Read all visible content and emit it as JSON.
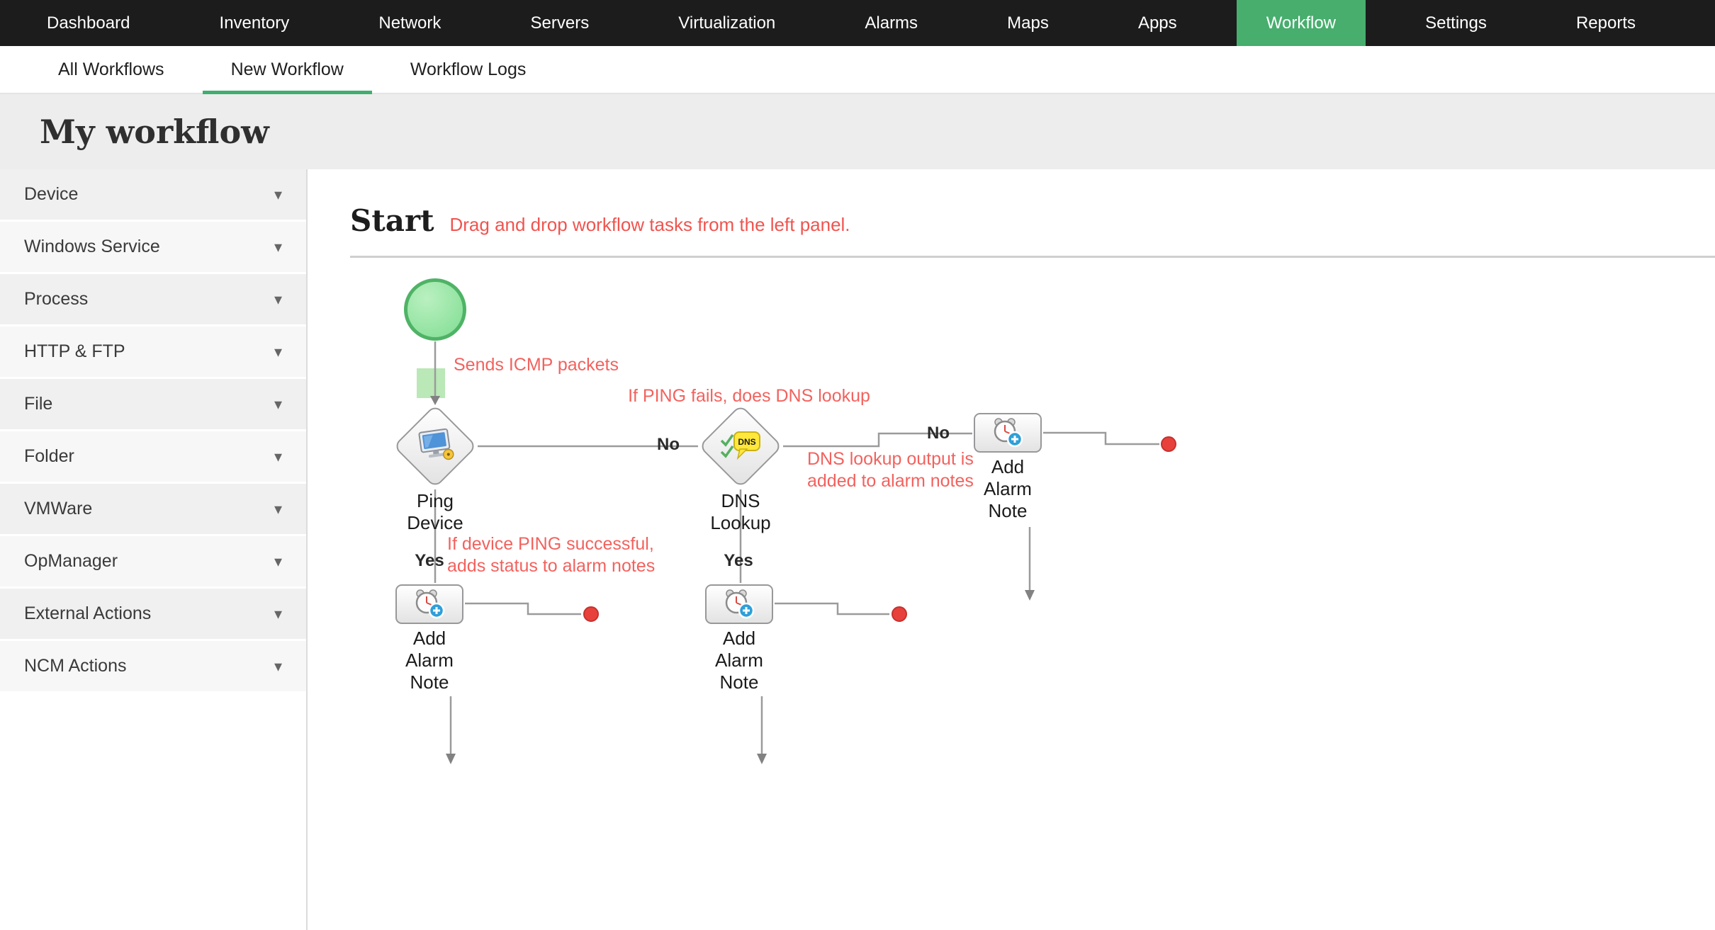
{
  "nav": {
    "items": [
      {
        "label": "Dashboard",
        "active": false
      },
      {
        "label": "Inventory",
        "active": false
      },
      {
        "label": "Network",
        "active": false
      },
      {
        "label": "Servers",
        "active": false
      },
      {
        "label": "Virtualization",
        "active": false
      },
      {
        "label": "Alarms",
        "active": false
      },
      {
        "label": "Maps",
        "active": false
      },
      {
        "label": "Apps",
        "active": false
      },
      {
        "label": "Workflow",
        "active": true
      },
      {
        "label": "Settings",
        "active": false
      },
      {
        "label": "Reports",
        "active": false
      }
    ]
  },
  "tabs": [
    {
      "label": "All Workflows",
      "active": false
    },
    {
      "label": "New Workflow",
      "active": true
    },
    {
      "label": "Workflow Logs",
      "active": false
    }
  ],
  "page_title": "My workflow",
  "sidebar": [
    {
      "label": "Device"
    },
    {
      "label": "Windows Service"
    },
    {
      "label": "Process"
    },
    {
      "label": "HTTP & FTP"
    },
    {
      "label": "File"
    },
    {
      "label": "Folder"
    },
    {
      "label": "VMWare"
    },
    {
      "label": "OpManager"
    },
    {
      "label": "External Actions"
    },
    {
      "label": "NCM Actions"
    }
  ],
  "canvas": {
    "heading": "Start",
    "hint": "Drag and drop workflow tasks from the left panel.",
    "annotations": {
      "sends_icmp": "Sends ICMP packets",
      "ping_fails": "If PING fails, does DNS lookup",
      "dns_output_line1": "DNS lookup output is",
      "dns_output_line2": "added to alarm notes",
      "ping_success_line1": "If device PING successful,",
      "ping_success_line2": "adds status to alarm notes"
    },
    "labels": {
      "no1": "No",
      "no2": "No",
      "yes1": "Yes",
      "yes2": "Yes",
      "ping_line1": "Ping",
      "ping_line2": "Device",
      "dns_line1": "DNS",
      "dns_line2": "Lookup",
      "alarm_line1": "Add",
      "alarm_line2": "Alarm",
      "alarm_line3": "Note",
      "dns_badge": "DNS"
    }
  },
  "colors": {
    "nav_bg": "#1c1c1c",
    "accent_green": "#47ae6e",
    "annotation_red": "#f2625e",
    "wire_gray": "#9b9b9b",
    "end_dot_red": "#e8413c",
    "start_fill": "#8fe3a1",
    "start_stroke": "#4fb366"
  }
}
